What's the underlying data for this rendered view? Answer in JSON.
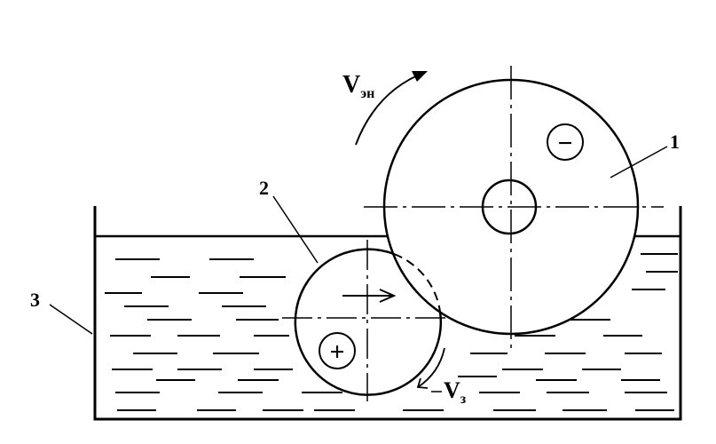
{
  "labels": {
    "part1": "1",
    "part2": "2",
    "part3": "3"
  },
  "velocity_top": {
    "main": "V",
    "sub": "эн"
  },
  "velocity_bottom": {
    "main": "V",
    "sub": "з"
  },
  "signs": {
    "large_wheel": "−",
    "small_wheel": "+"
  }
}
